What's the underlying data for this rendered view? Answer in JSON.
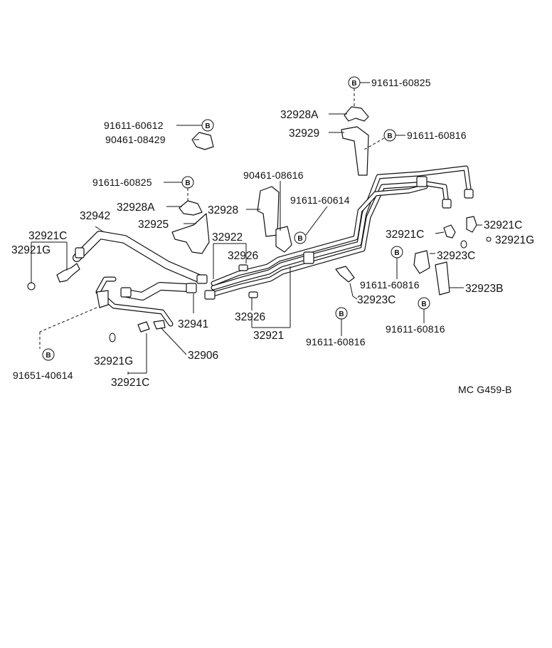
{
  "diagram_code": "MC G459-B",
  "bolt_symbol": "B",
  "labels": {
    "p91611_60825_top": "91611-60825",
    "p32928A_top": "32928A",
    "p32929": "32929",
    "p91611_60816_top": "91611-60816",
    "p91611_60612": "91611-60612",
    "p90461_08429": "90461-08429",
    "p90461_08616": "90461-08616",
    "p91611_60825_left": "91611-60825",
    "p32942": "32942",
    "p32928A_left": "32928A",
    "p32928": "32928",
    "p91611_60614": "91611-60614",
    "p32925": "32925",
    "p32922": "32922",
    "p32921C_left": "32921C",
    "p32921G_left": "32921G",
    "p32926_a": "32926",
    "p32921C_right_a": "32921C",
    "p32921C_right_b": "32921C",
    "p32921G_right": "32921G",
    "p32923C_a": "32923C",
    "p91611_60816_mid": "91611-60816",
    "p32923B": "32923B",
    "p32923C_b": "32923C",
    "p32941": "32941",
    "p32926_b": "32926",
    "p32921": "32921",
    "p91611_60816_bottom": "91611-60816",
    "p91611_60816_right": "91611-60816",
    "p32906": "32906",
    "p32921G_bottom": "32921G",
    "p91651_40614": "91651-40614",
    "p32921C_bottom": "32921C"
  }
}
